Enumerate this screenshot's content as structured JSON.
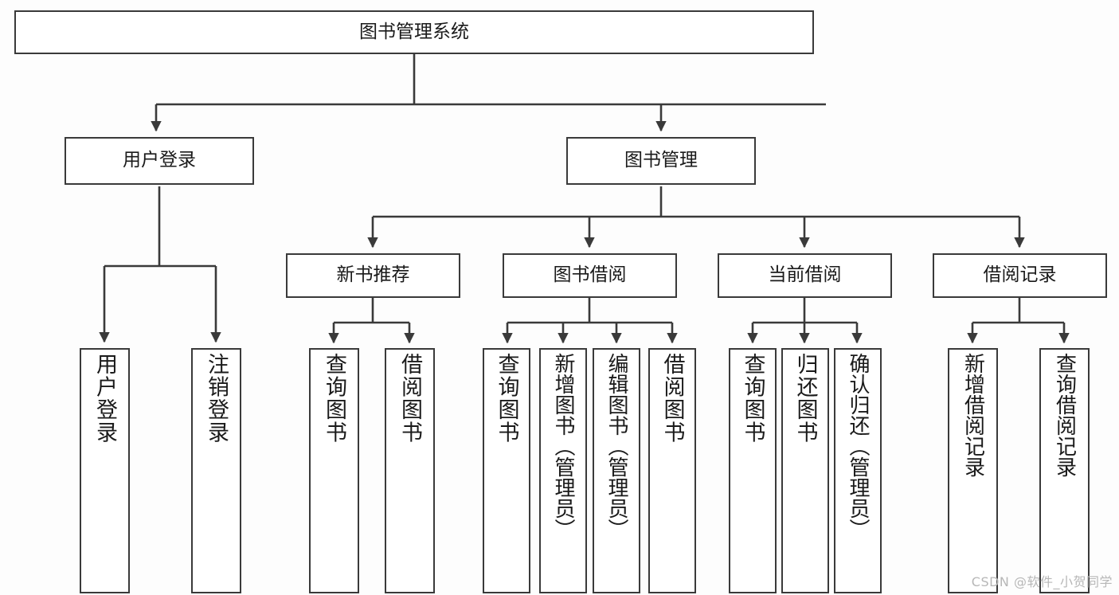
{
  "diagram": {
    "title": "图书管理系统",
    "type": "hierarchy-tree",
    "watermark": "CSDN @软件_小贺同学",
    "colors": {
      "border": "#3a3a3a",
      "background": "#fdfdfd",
      "node_fill": "#ffffff",
      "text": "#1a1a1a",
      "watermark": "#b7b7b7"
    },
    "nodes": {
      "root": {
        "label": "图书管理系统",
        "level": 1,
        "orientation": "horizontal"
      },
      "l2": [
        {
          "id": "user-login",
          "label": "用户登录",
          "level": 2,
          "orientation": "horizontal"
        },
        {
          "id": "book-manage",
          "label": "图书管理",
          "level": 2,
          "orientation": "horizontal"
        }
      ],
      "l3": [
        {
          "id": "new-book-rec",
          "label": "新书推荐",
          "level": 3,
          "orientation": "horizontal"
        },
        {
          "id": "book-borrow",
          "label": "图书借阅",
          "level": 3,
          "orientation": "horizontal"
        },
        {
          "id": "current-borrow",
          "label": "当前借阅",
          "level": 3,
          "orientation": "horizontal"
        },
        {
          "id": "borrow-record",
          "label": "借阅记录",
          "level": 3,
          "orientation": "horizontal"
        }
      ],
      "leaves": [
        {
          "id": "leaf-user-login",
          "label": "用户登录",
          "parent": "user-login",
          "orientation": "vertical"
        },
        {
          "id": "leaf-logout",
          "label": "注销登录",
          "parent": "user-login",
          "orientation": "vertical"
        },
        {
          "id": "leaf-query-book-1",
          "label": "查询图书",
          "parent": "new-book-rec",
          "orientation": "vertical"
        },
        {
          "id": "leaf-borrow-book-1",
          "label": "借阅图书",
          "parent": "new-book-rec",
          "orientation": "vertical"
        },
        {
          "id": "leaf-query-book-2",
          "label": "查询图书",
          "parent": "book-borrow",
          "orientation": "vertical"
        },
        {
          "id": "leaf-add-book",
          "label": "新增图书（管理员）",
          "parent": "book-borrow",
          "orientation": "vertical"
        },
        {
          "id": "leaf-edit-book",
          "label": "编辑图书（管理员）",
          "parent": "book-borrow",
          "orientation": "vertical"
        },
        {
          "id": "leaf-borrow-book-2",
          "label": "借阅图书",
          "parent": "book-borrow",
          "orientation": "vertical"
        },
        {
          "id": "leaf-query-book-3",
          "label": "查询图书",
          "parent": "current-borrow",
          "orientation": "vertical"
        },
        {
          "id": "leaf-return-book",
          "label": "归还图书",
          "parent": "current-borrow",
          "orientation": "vertical"
        },
        {
          "id": "leaf-confirm-return",
          "label": "确认归还（管理员）",
          "parent": "current-borrow",
          "orientation": "vertical"
        },
        {
          "id": "leaf-add-record",
          "label": "新增借阅记录",
          "parent": "borrow-record",
          "orientation": "vertical"
        },
        {
          "id": "leaf-query-record",
          "label": "查询借阅记录",
          "parent": "borrow-record",
          "orientation": "vertical"
        }
      ]
    }
  }
}
